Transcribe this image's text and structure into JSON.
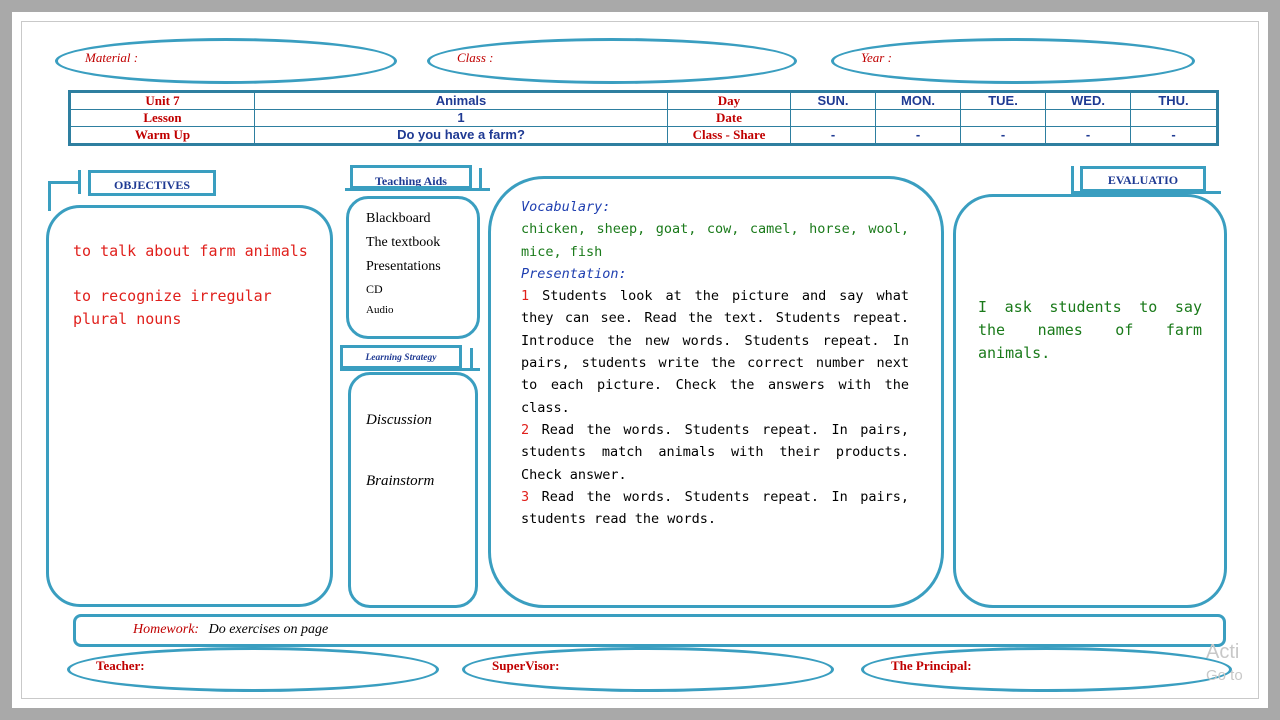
{
  "header": {
    "material_label": "Material :",
    "class_label": "Class :",
    "year_label": "Year :"
  },
  "info_table": {
    "row1": {
      "c1": "Unit 7",
      "c2": "Animals",
      "c3": "Day",
      "days": [
        "SUN.",
        "MON.",
        "TUE.",
        "WED.",
        "THU."
      ]
    },
    "row2": {
      "c1": "Lesson",
      "c2": "1",
      "c3": "Date"
    },
    "row3": {
      "c1": "Warm Up",
      "c2": "Do you have a farm?",
      "c3": "Class - Share",
      "shares": [
        "-",
        "-",
        "-",
        "-",
        "-"
      ]
    }
  },
  "objectives": {
    "title": "OBJECTIVES",
    "items": [
      "to talk about farm animals",
      "to recognize irregular plural nouns"
    ]
  },
  "teaching_aids": {
    "title": "Teaching Aids",
    "items": [
      "Blackboard",
      "The textbook",
      "Presentations",
      "CD",
      "Audio"
    ]
  },
  "learning_strategy": {
    "title": "Learning Strategy",
    "items": [
      "Discussion",
      "Brainstorm"
    ]
  },
  "procedure": {
    "vocab_heading": "Vocabulary:",
    "vocab_words": "chicken, sheep, goat, cow, camel, horse, wool, mice, fish",
    "presentation_heading": "Presentation:",
    "steps": [
      {
        "num": "1",
        "text": " Students look at the picture and say what they can see. Read the text. Students repeat. Introduce the new words. Students repeat. In pairs, students write the correct number next to each picture. Check the answers with the class."
      },
      {
        "num": "2",
        "text": " Read the words. Students repeat. In pairs, students match animals with their products. Check answer."
      },
      {
        "num": "3",
        "text": " Read the words. Students repeat. In pairs, students read the words."
      }
    ]
  },
  "evaluation": {
    "title": "EVALUATIO",
    "text": "I ask students to say the names of farm animals."
  },
  "homework": {
    "label": "Homework:",
    "text": "Do exercises on page"
  },
  "footer": {
    "teacher_label": "Teacher:",
    "supervisor_label": "SuperVisor:",
    "principal_label": "The Principal:"
  },
  "watermark": {
    "line1": "Acti",
    "line2": "Go to"
  },
  "colors": {
    "border": "#3a9ec0",
    "label_red": "#c00000",
    "heading_blue": "#1f3a93",
    "objective_text": "#e0201c",
    "evaluation_text": "#1a7a1a"
  }
}
